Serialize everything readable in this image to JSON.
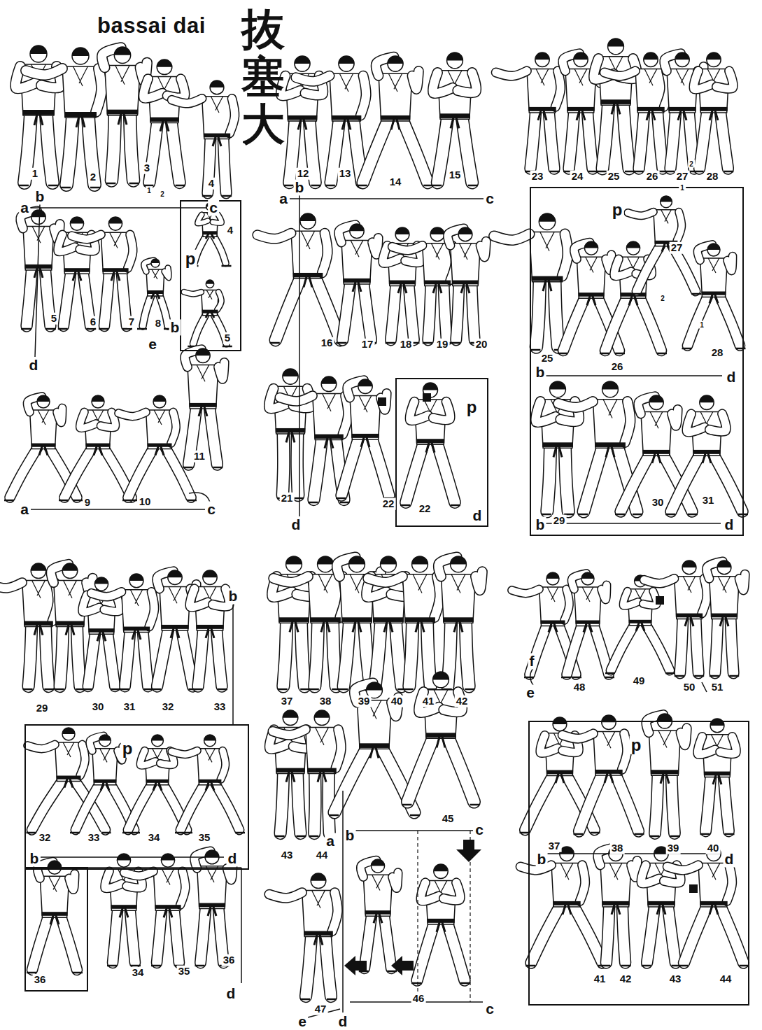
{
  "diagram": {
    "title": "bassai dai",
    "nodes": [
      {
        "text": [
          "p",
          "4",
          "5"
        ]
      },
      {
        "text": [
          "p",
          "22",
          "d"
        ]
      },
      {
        "text": [
          "p",
          "25",
          "26",
          "27",
          "2",
          "1",
          "28",
          "b",
          "d",
          "29",
          "30",
          "31",
          "b",
          "d"
        ]
      },
      {
        "text": [
          "p",
          "32",
          "33",
          "34",
          "35",
          "b",
          "d"
        ]
      },
      {
        "text": [
          "36"
        ]
      },
      {
        "text": [
          "p",
          "37",
          "38",
          "39",
          "40",
          "b",
          "d",
          "41",
          "42",
          "43",
          "44"
        ]
      }
    ],
    "labels": [
      "抜塞大",
      "1",
      "2",
      "3",
      "1",
      "2",
      "4",
      "a",
      "b",
      "c",
      "5",
      "6",
      "7",
      "8",
      "e",
      "b",
      "d",
      "9",
      "10",
      "11",
      "a",
      "c",
      "12",
      "13",
      "14",
      "15",
      "a",
      "b",
      "c",
      "16",
      "17",
      "18",
      "19",
      "20",
      "21",
      "22",
      "d",
      "23",
      "24",
      "25",
      "26",
      "27",
      "2",
      "1",
      "28",
      "29",
      "30",
      "31",
      "32",
      "33",
      "b",
      "34",
      "35",
      "36",
      "d",
      "37",
      "38",
      "39",
      "40",
      "41",
      "42",
      "43",
      "44",
      "a",
      "b",
      "45",
      "c",
      "47",
      "46",
      "c",
      "e",
      "d",
      "f",
      "e",
      "48",
      "49",
      "50",
      "51"
    ]
  }
}
